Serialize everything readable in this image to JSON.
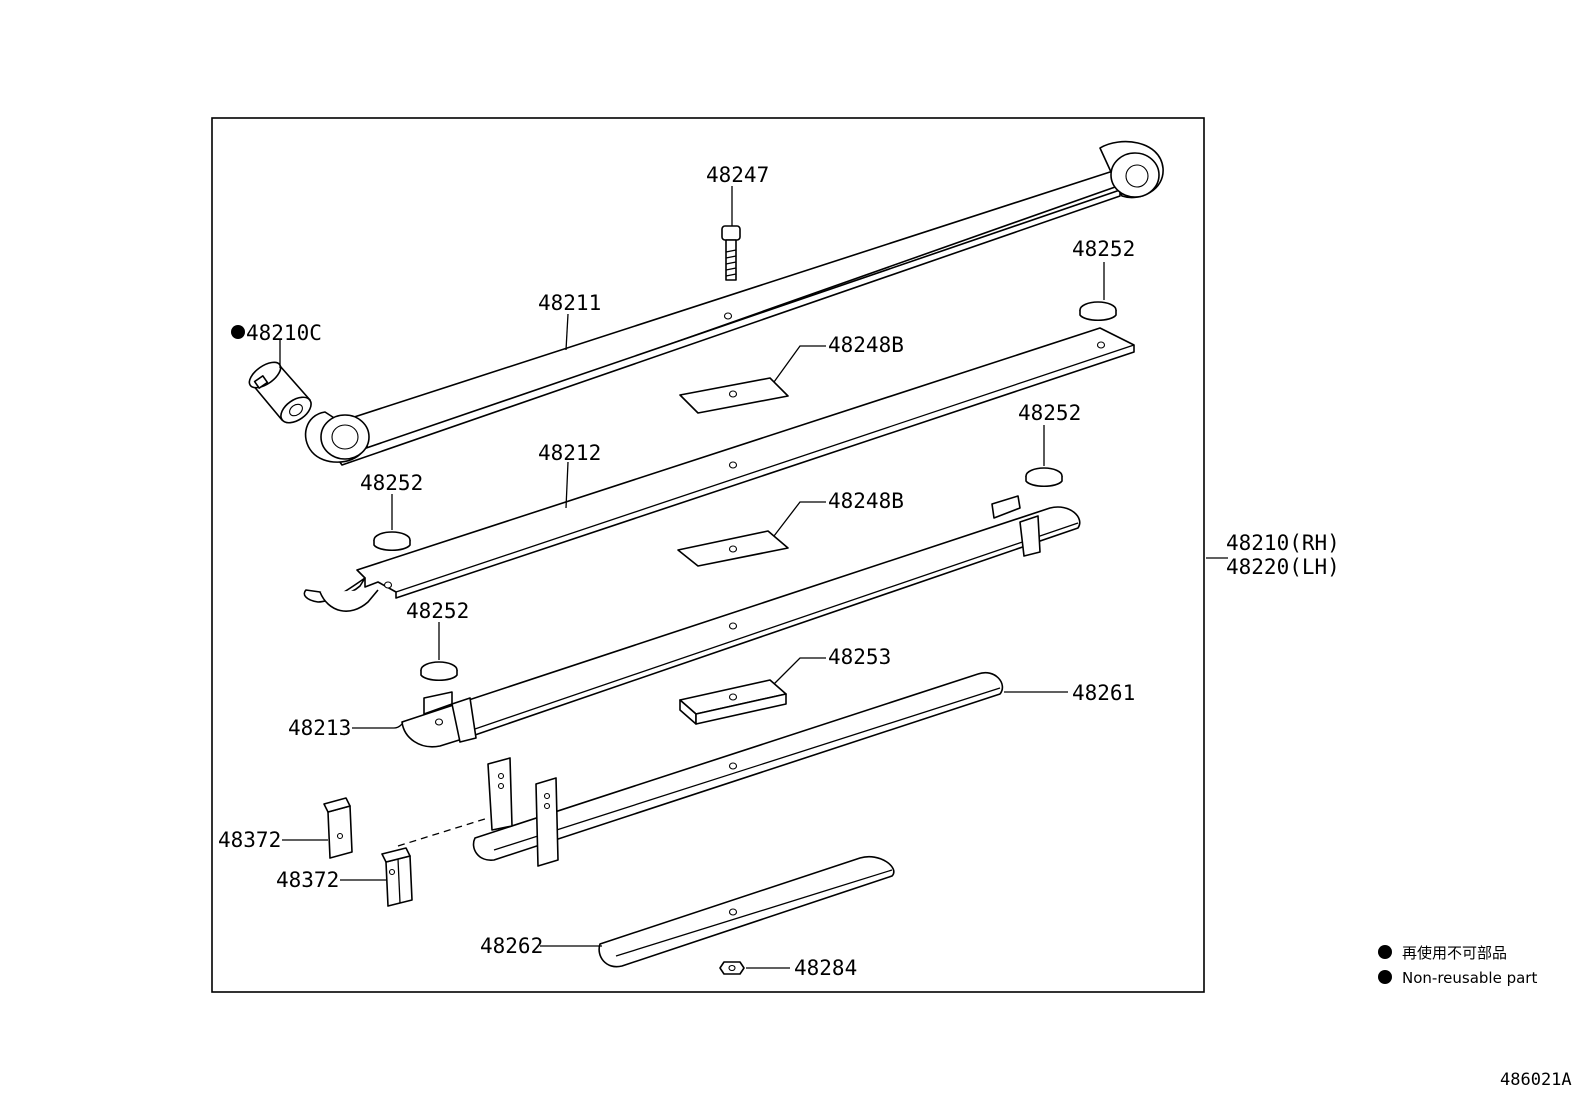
{
  "diagram": {
    "labels": {
      "bolt": "48247",
      "main_leaf": "48211",
      "bushing": "48210C",
      "liner_upper": "48248B",
      "second_leaf": "48212",
      "liner_middle": "48248B",
      "third_leaf": "48213",
      "pad_48253": "48253",
      "leaf_48261": "48261",
      "leaf_48262": "48262",
      "nut": "48284",
      "clip_1": "48372",
      "clip_2": "48372",
      "assembly_rh": "48210(RH)",
      "assembly_lh": "48220(LH)",
      "insert_1": "48252",
      "insert_2": "48252",
      "insert_3": "48252",
      "insert_4": "48252"
    },
    "legend": {
      "jp": "再使用不可部品",
      "en": "Non-reusable part"
    },
    "figure_code": "486021A"
  }
}
